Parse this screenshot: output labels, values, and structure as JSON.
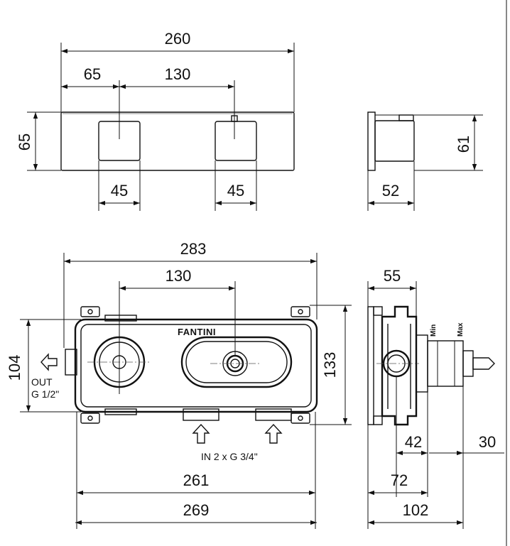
{
  "top_view": {
    "overall_width": "260",
    "offset_left": "65",
    "handle_spacing": "130",
    "height": "65",
    "handle_left_width": "45",
    "handle_right_width": "45"
  },
  "top_side_view": {
    "height": "61",
    "depth": "52"
  },
  "body_view": {
    "overall_width": "283",
    "outlet_spacing": "130",
    "height_inner": "104",
    "height_outer": "133",
    "width_261": "261",
    "width_269": "269",
    "brand": "FANTINI",
    "out_label_1": "OUT",
    "out_label_2": "G 1/2\"",
    "in_label": "IN 2 x G 3/4\""
  },
  "body_side_view": {
    "width_55": "55",
    "dim_42": "42",
    "dim_30": "30",
    "dim_72": "72",
    "dim_102": "102",
    "min_label": "Min",
    "max_label": "Max"
  }
}
